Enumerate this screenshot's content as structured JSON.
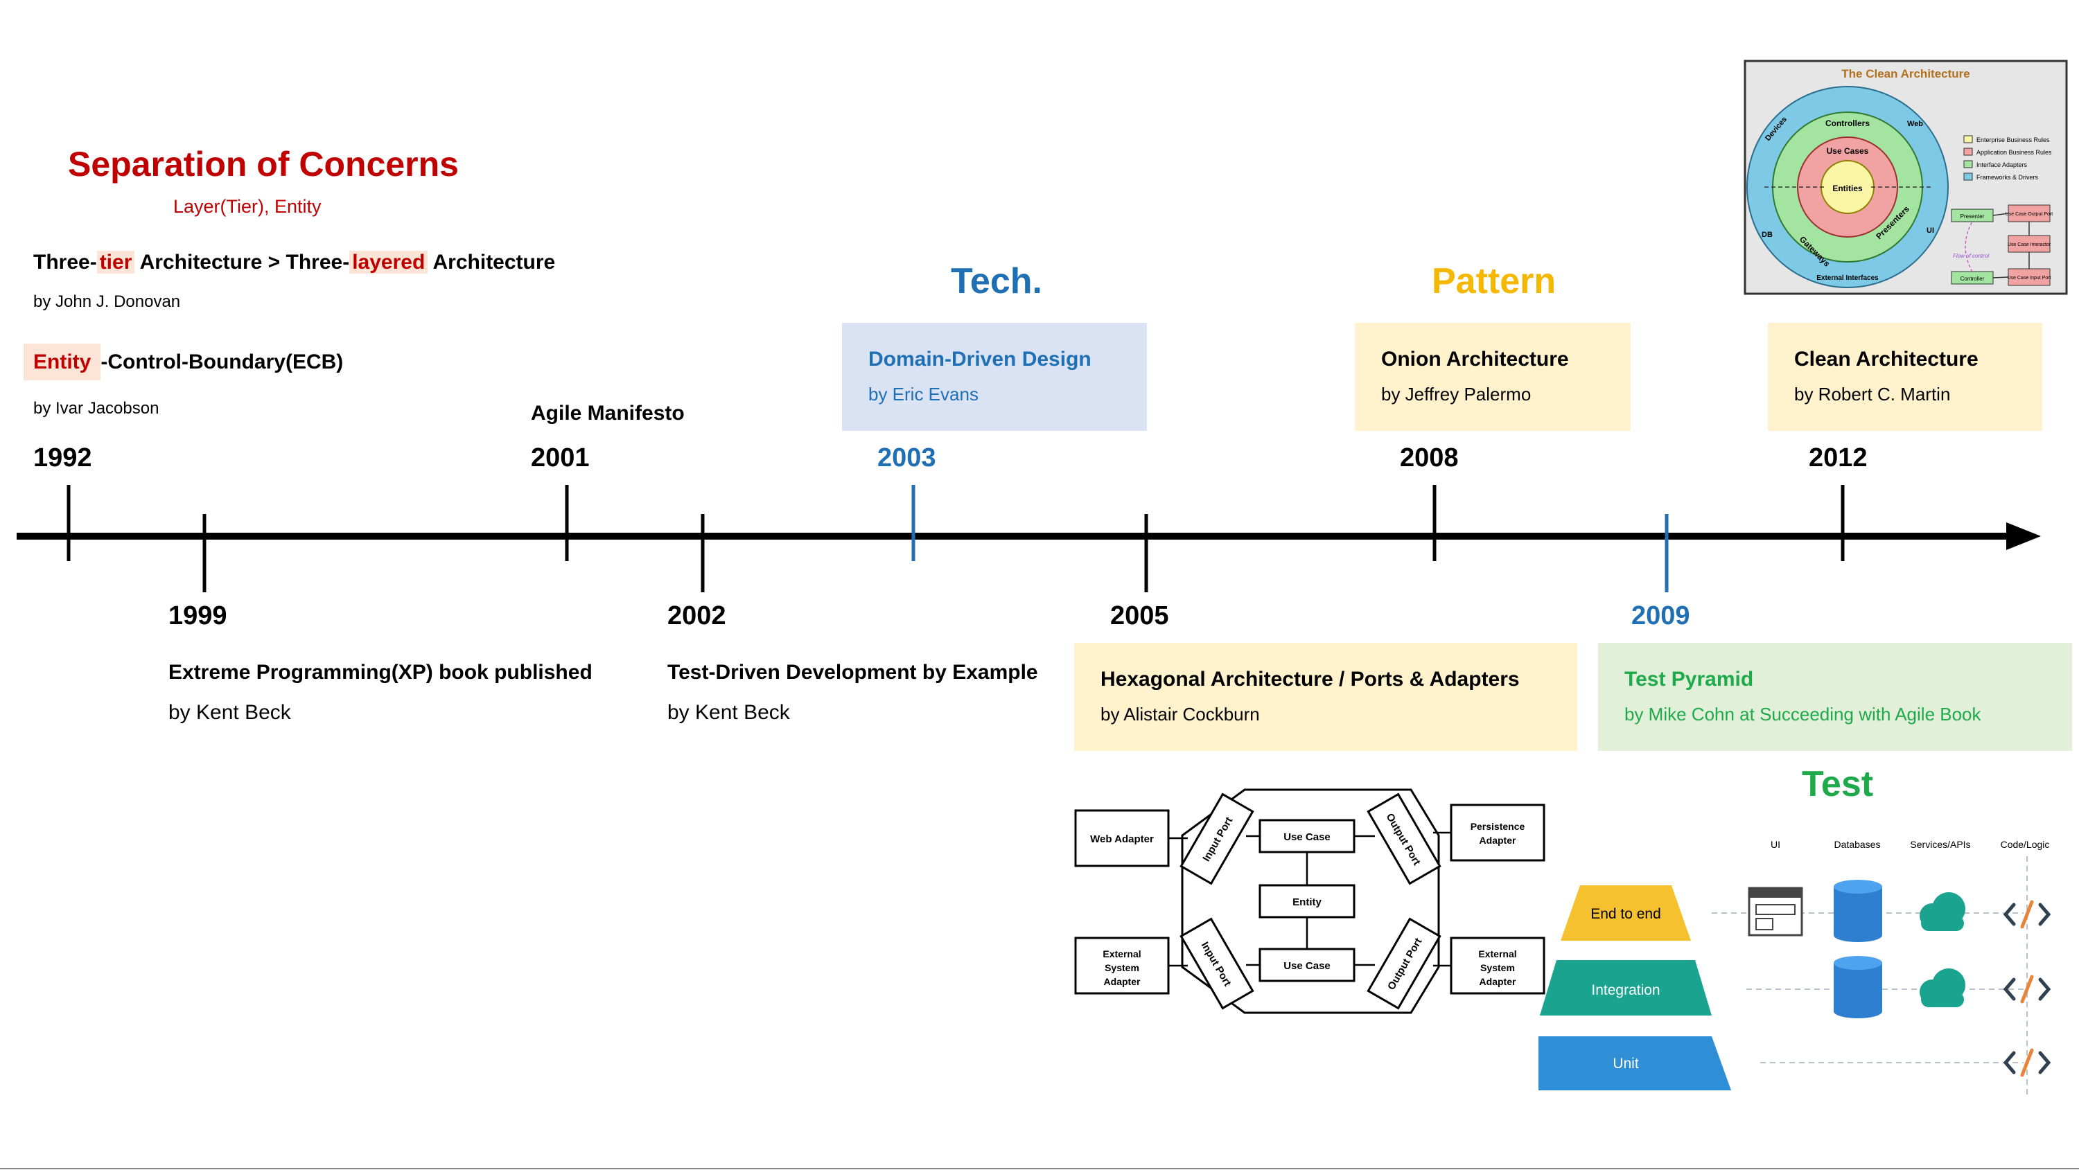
{
  "soc": {
    "title": "Separation of Concerns",
    "subtitle": "Layer(Tier), Entity",
    "tier_line": {
      "p1": "Three-",
      "p2": "tier",
      "p3": " Architecture > Three-",
      "p4": "layered",
      "p5": " Architecture"
    },
    "tier_by": "by John J. Donovan",
    "ecb": {
      "p1": "Entity",
      "p2": "-Control-Boundary(ECB)"
    },
    "ecb_by": "by Ivar Jacobson"
  },
  "sections": {
    "tech": "Tech.",
    "pattern": "Pattern",
    "test": "Test"
  },
  "colors": {
    "red": "#c00000",
    "blue": "#1f6fb5",
    "orange": "#f5b700",
    "green": "#1eaa4b",
    "tech_box": "#dae3f3",
    "pattern_box": "#fff2cc",
    "test_box": "#e2f0d9"
  },
  "years_top": [
    "1992",
    "2001",
    "2003",
    "2008",
    "2012"
  ],
  "years_bottom": [
    "1999",
    "2002",
    "2005",
    "2009"
  ],
  "agile": "Agile Manifesto",
  "xp": {
    "title": "Extreme Programming(XP) book published",
    "by": "by Kent Beck"
  },
  "tdd": {
    "title": "Test-Driven Development by Example",
    "by": "by Kent Beck"
  },
  "ddd": {
    "title": "Domain-Driven Design",
    "by": "by Eric Evans"
  },
  "onion": {
    "title": "Onion Architecture",
    "by": "by Jeffrey Palermo"
  },
  "clean": {
    "title": "Clean Architecture",
    "by": "by Robert C. Martin"
  },
  "hex": {
    "title": "Hexagonal Architecture / Ports & Adapters",
    "by": "by Alistair Cockburn"
  },
  "pyramid": {
    "title": "Test Pyramid",
    "by": "by Mike Cohn at Succeeding with Agile Book"
  },
  "clean_figure": {
    "title": "The Clean Architecture",
    "rings": [
      "Entities",
      "Use Cases",
      "Controllers",
      "Gateways",
      "Presenters",
      "Devices",
      "Web",
      "UI",
      "DB",
      "External Interfaces"
    ],
    "legend": [
      "Enterprise Business Rules",
      "Application Business Rules",
      "Interface Adapters",
      "Frameworks & Drivers"
    ],
    "flow": [
      "Presenter",
      "Use Case Output Port",
      "Use Case Interactor",
      "Controller",
      "Use Case Input Port",
      "Flow of control"
    ]
  },
  "hex_figure": {
    "web_adapter": "Web Adapter",
    "ext_left": [
      "External",
      "System",
      "Adapter"
    ],
    "persistence": [
      "Persistence",
      "Adapter"
    ],
    "ext_right": [
      "External",
      "System",
      "Adapter"
    ],
    "input_port": "Input Port",
    "output_port": "Output Port",
    "use_case": "Use Case",
    "entity": "Entity"
  },
  "pyramid_figure": {
    "levels": [
      "End to end",
      "Integration",
      "Unit"
    ],
    "columns": [
      "UI",
      "Databases",
      "Services/APIs",
      "Code/Logic"
    ]
  }
}
